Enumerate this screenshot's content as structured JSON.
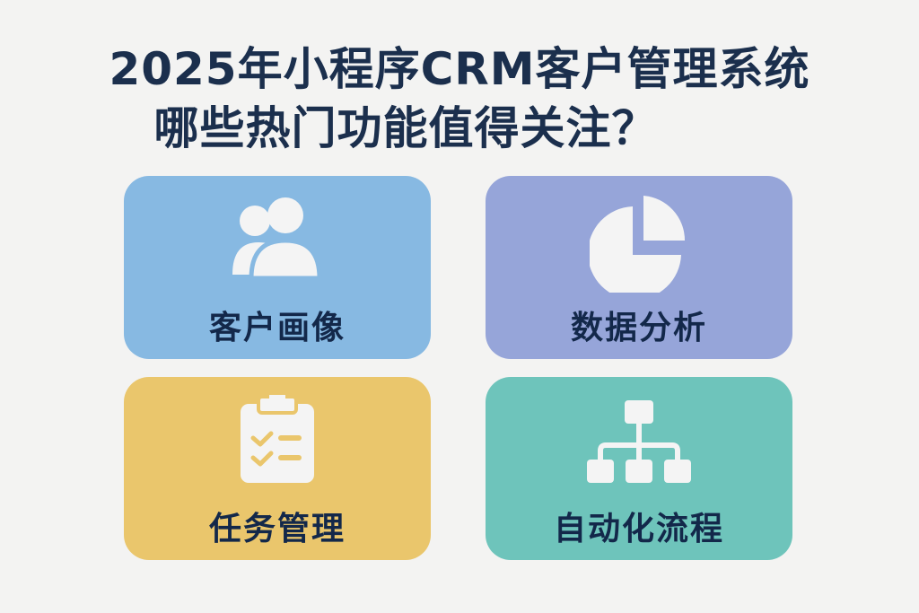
{
  "title": {
    "line1": "2025年小程序CRM客户管理系统",
    "line2": "哪些热门功能值得关注？"
  },
  "cards": [
    {
      "label": "客户画像",
      "icon": "users-icon",
      "color": "#87b9e2"
    },
    {
      "label": "数据分析",
      "icon": "pie-chart-icon",
      "color": "#96a5d9"
    },
    {
      "label": "任务管理",
      "icon": "clipboard-checklist-icon",
      "color": "#eac66c"
    },
    {
      "label": "自动化流程",
      "icon": "hierarchy-flow-icon",
      "color": "#6ec4bb"
    }
  ],
  "colors": {
    "background": "#f3f3f2",
    "title_text": "#1b2f4d",
    "label_text": "#13284a",
    "icon_fill": "#f4f4f4"
  }
}
